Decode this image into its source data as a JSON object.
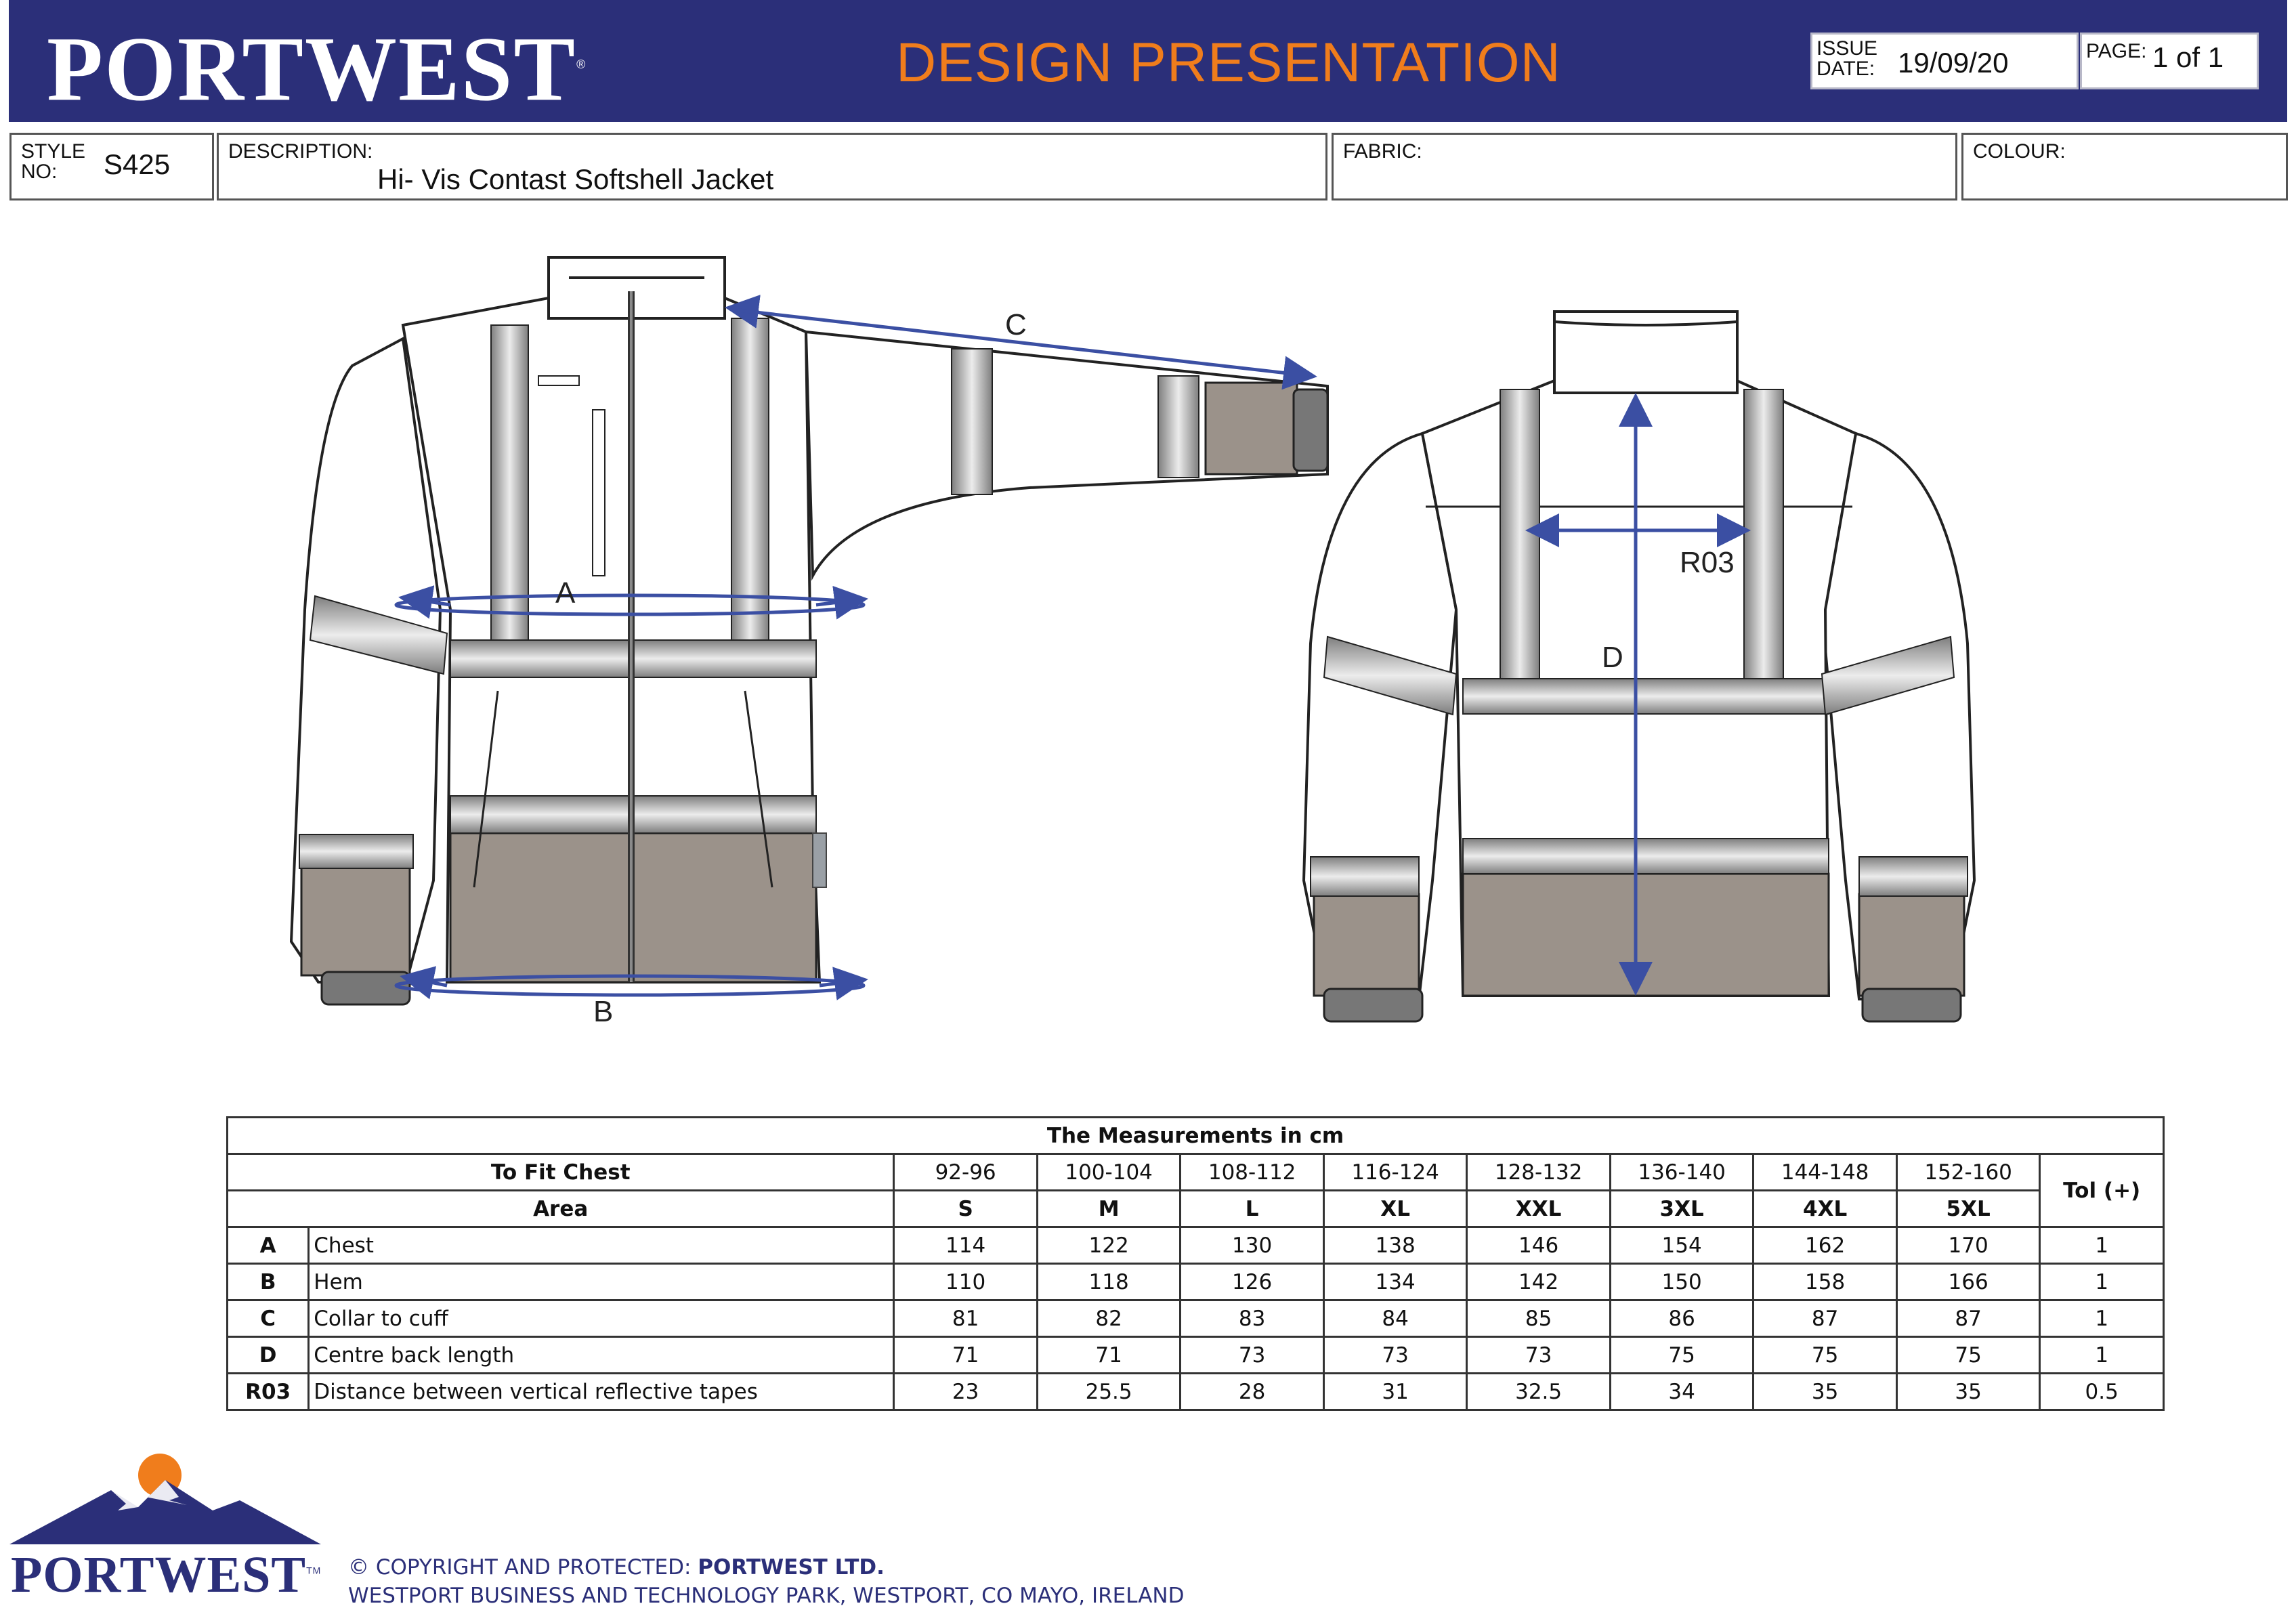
{
  "header": {
    "brand": "PORTWEST",
    "registered": "®",
    "title": "DESIGN PRESENTATION",
    "issue_label": "ISSUE DATE:",
    "issue_date": "19/09/20",
    "page_label": "PAGE:",
    "page_value": "1 of 1"
  },
  "info": {
    "style_label": "STYLE NO:",
    "style_value": "S425",
    "description_label": "DESCRIPTION:",
    "description_value": "Hi- Vis Contast Softshell Jacket",
    "fabric_label": "FABRIC:",
    "colour_label": "COLOUR:"
  },
  "drawing": {
    "label_a": "A",
    "label_b": "B",
    "label_c": "C",
    "label_d": "D",
    "label_r03": "R03",
    "colors": {
      "arrow": "#3b4fa3",
      "tape_light": "#e4e4e4",
      "tape_dark": "#8a8a8a",
      "contrast": "#9b928a",
      "outline": "#222222"
    }
  },
  "table": {
    "title": "The Measurements in cm",
    "fit_label": "To Fit Chest",
    "area_label": "Area",
    "tol_label": "Tol (+)",
    "chest_ranges": [
      "92-96",
      "100-104",
      "108-112",
      "116-124",
      "128-132",
      "136-140",
      "144-148",
      "152-160"
    ],
    "sizes": [
      "S",
      "M",
      "L",
      "XL",
      "XXL",
      "3XL",
      "4XL",
      "5XL"
    ],
    "rows": [
      {
        "code": "A",
        "area": "Chest",
        "values": [
          "114",
          "122",
          "130",
          "138",
          "146",
          "154",
          "162",
          "170"
        ],
        "tol": "1"
      },
      {
        "code": "B",
        "area": "Hem",
        "values": [
          "110",
          "118",
          "126",
          "134",
          "142",
          "150",
          "158",
          "166"
        ],
        "tol": "1"
      },
      {
        "code": "C",
        "area": "Collar to cuff",
        "values": [
          "81",
          "82",
          "83",
          "84",
          "85",
          "86",
          "87",
          "87"
        ],
        "tol": "1"
      },
      {
        "code": "D",
        "area": "Centre back length",
        "values": [
          "71",
          "71",
          "73",
          "73",
          "73",
          "75",
          "75",
          "75"
        ],
        "tol": "1"
      },
      {
        "code": "R03",
        "area": "Distance between vertical reflective tapes",
        "values": [
          "23",
          "25.5",
          "28",
          "31",
          "32.5",
          "34",
          "35",
          "35"
        ],
        "tol": "0.5"
      }
    ]
  },
  "footer": {
    "brand": "PORTWEST",
    "trademark": "TM",
    "copyright_prefix": "© COPYRIGHT AND PROTECTED: ",
    "copyright_company": "PORTWEST LTD.",
    "address": "WESTPORT BUSINESS AND TECHNOLOGY PARK, WESTPORT, CO MAYO, IRELAND"
  }
}
